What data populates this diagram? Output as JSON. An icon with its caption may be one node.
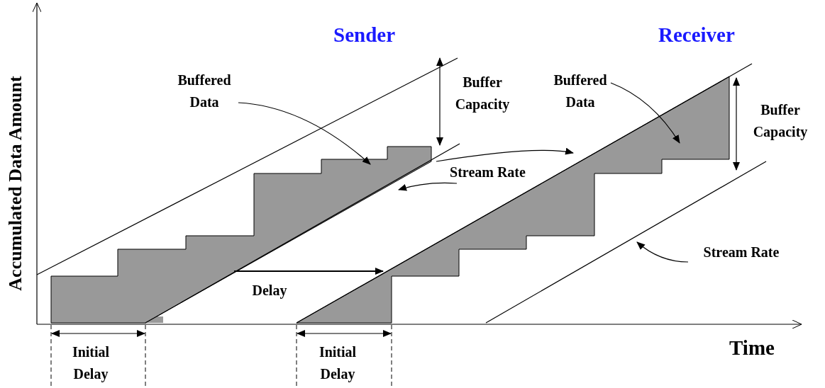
{
  "diagram": {
    "nodes": [
      {
        "text": [
          "Buffered Data"
        ]
      },
      {
        "text": [
          "Buffered Data"
        ]
      },
      {
        "text": [
          "Stream Rate"
        ]
      },
      {
        "text": [
          "Stream Rate"
        ]
      }
    ],
    "edges": [
      {
        "from": 0,
        "to": null,
        "arrow": "to"
      },
      {
        "from": 1,
        "to": null,
        "arrow": "to"
      },
      {
        "from": 2,
        "to": null,
        "arrow": "to"
      },
      {
        "from": 2,
        "to": null,
        "arrow": "to"
      },
      {
        "from": 3,
        "to": null,
        "arrow": "to"
      }
    ],
    "labels": [
      "Sender",
      "Receiver",
      "Accumulated Data Amount",
      "Buffer Capacity",
      "Buffer Capacity",
      "Delay",
      "Initial Delay",
      "Initial Delay",
      "Time"
    ]
  }
}
